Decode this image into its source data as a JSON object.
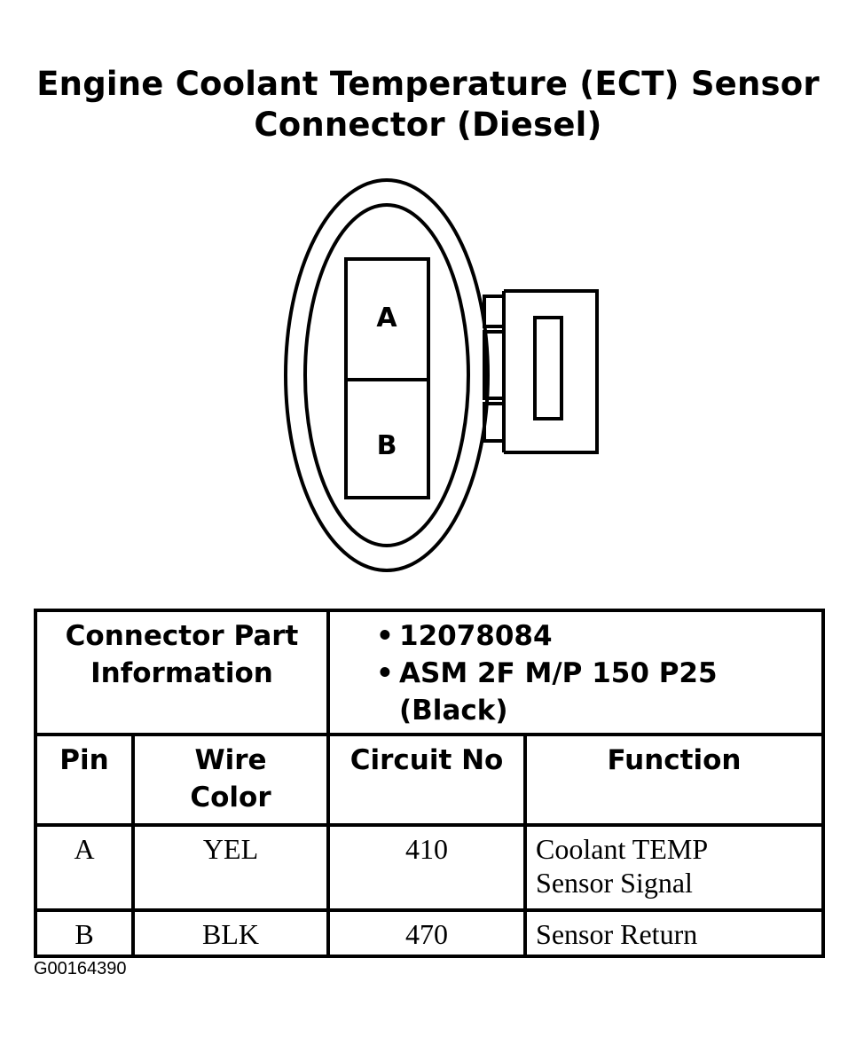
{
  "title": {
    "line1": "Engine Coolant Temperature (ECT) Sensor",
    "line2": "Connector (Diesel)"
  },
  "connector": {
    "pins": [
      "A",
      "B"
    ]
  },
  "part_info": {
    "label": "Connector Part Information",
    "items": [
      "12078084",
      "ASM 2F M/P 150 P25 (Black)"
    ]
  },
  "table": {
    "headers": [
      "Pin",
      "Wire Color",
      "Circuit No",
      "Function"
    ],
    "rows": [
      {
        "pin": "A",
        "wire_color": "YEL",
        "circuit_no": "410",
        "function": "Coolant TEMP Sensor Signal"
      },
      {
        "pin": "B",
        "wire_color": "BLK",
        "circuit_no": "470",
        "function": "Sensor Return"
      }
    ]
  },
  "figure_id": "G00164390"
}
